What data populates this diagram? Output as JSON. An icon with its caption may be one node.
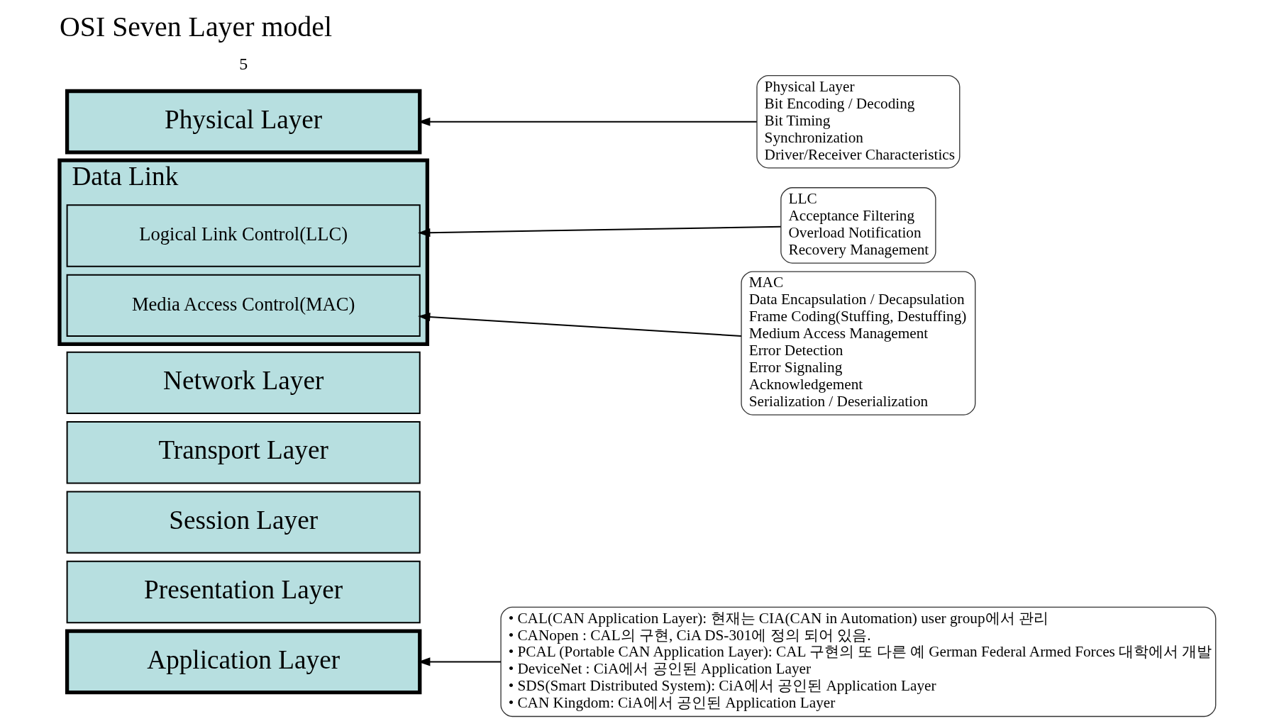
{
  "diagram": {
    "title": "OSI Seven Layer model",
    "nodes": [
      {
        "text": [
          "Application Layer"
        ]
      },
      {
        "text": [
          "Presentation Layer"
        ]
      },
      {
        "text": [
          "Session Layer"
        ]
      },
      {
        "text": [
          "Transport Layer"
        ]
      },
      {
        "text": [
          "Network Layer"
        ]
      },
      {
        "text": [
          "Data Link"
        ]
      },
      {
        "text": [
          "Logical Link Control(LLC)"
        ],
        "in": 5
      },
      {
        "text": [
          "Media Access Control(MAC)"
        ],
        "in": 5
      },
      {
        "text": [
          "Physical Layer"
        ]
      },
      {
        "text": [
          "• CAL(CAN Application Layer): 현재는 CIA(CAN in Automation) user group에서 관리",
          "• CANopen : CAL의 구현, CiA DS-301에 정의 되어 있음.",
          "• PCAL (Portable CAN Application Layer): CAL 구현의 또 다른 예 German Federal Armed Forces 대학에서 개발",
          "• DeviceNet : CiA에서 공인된 Application Layer",
          "• SDS(Smart Distributed System): CiA에서 공인된 Application Layer",
          "• CAN Kingdom: CiA에서 공인된 Application Layer"
        ]
      },
      {
        "text": [
          "LLC",
          "Acceptance Filtering",
          "Overload Notification",
          "Recovery Management"
        ]
      },
      {
        "text": [
          "MAC",
          "Data Encapsulation / Decapsulation",
          "Frame Coding(Stuffing, Destuffing)",
          "Medium Access Management",
          "Error Detection",
          "Error Signaling",
          "Acknowledgement",
          "Serialization / Deserialization"
        ]
      },
      {
        "text": [
          "Physical Layer",
          "Bit Encoding / Decoding",
          "Bit Timing",
          "Synchronization",
          "Driver/Receiver Characteristics"
        ]
      }
    ],
    "edges": [
      {
        "from": 9,
        "to": 0,
        "arrow": "to"
      },
      {
        "from": 10,
        "to": 6,
        "arrow": "to"
      },
      {
        "from": 11,
        "to": 7,
        "arrow": "to"
      },
      {
        "from": 12,
        "to": 8,
        "arrow": "to"
      }
    ],
    "labels": [
      "5"
    ]
  }
}
